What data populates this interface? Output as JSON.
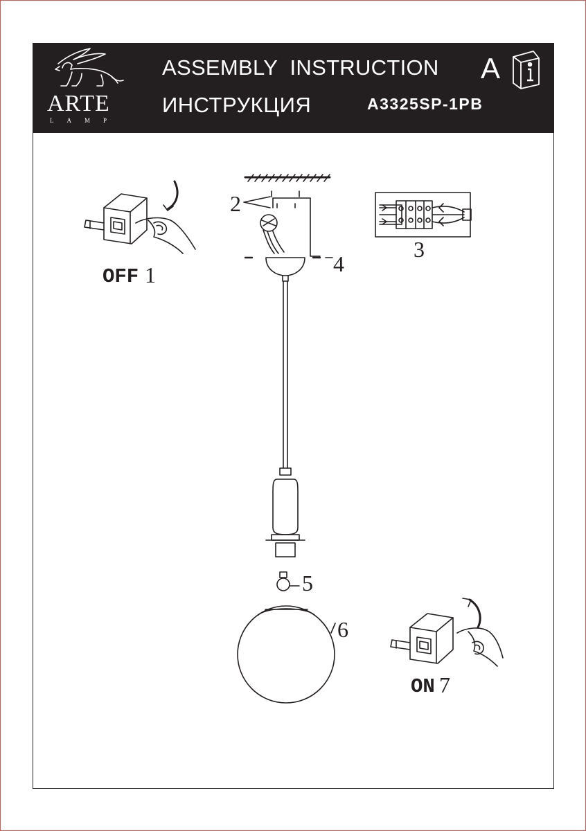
{
  "header": {
    "brand": "ARTE",
    "brand_sub": "LAMP",
    "title_en": "ASSEMBLY  INSTRUCTION",
    "title_ru": "ИНСТРУКЦИЯ",
    "model": "A3325SP-1PB",
    "manual_letter": "A",
    "info_icon": "manual-info-icon",
    "logo_icon": "griffin-logo-icon"
  },
  "steps": {
    "step1_label": "OFF",
    "step1_num": "1",
    "step7_label": "ON",
    "step7_num": "7"
  },
  "callouts": {
    "c2": "2",
    "c3": "3",
    "c4": "4",
    "c5": "5",
    "c6": "6"
  },
  "colors": {
    "header_bg": "#231f20",
    "ink": "#231f20",
    "page_border": "#d9534f"
  }
}
